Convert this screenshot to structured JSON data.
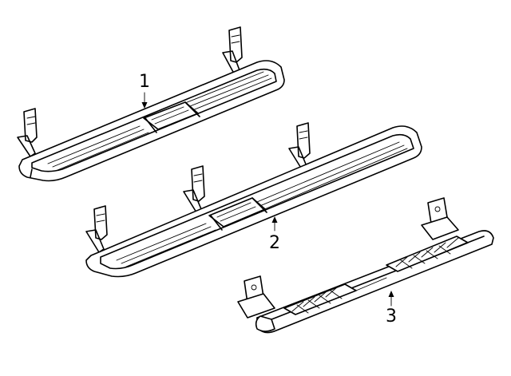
{
  "callouts": {
    "part1": "1",
    "part2": "2",
    "part3": "3"
  },
  "colors": {
    "line": "#000000",
    "background": "#ffffff"
  }
}
